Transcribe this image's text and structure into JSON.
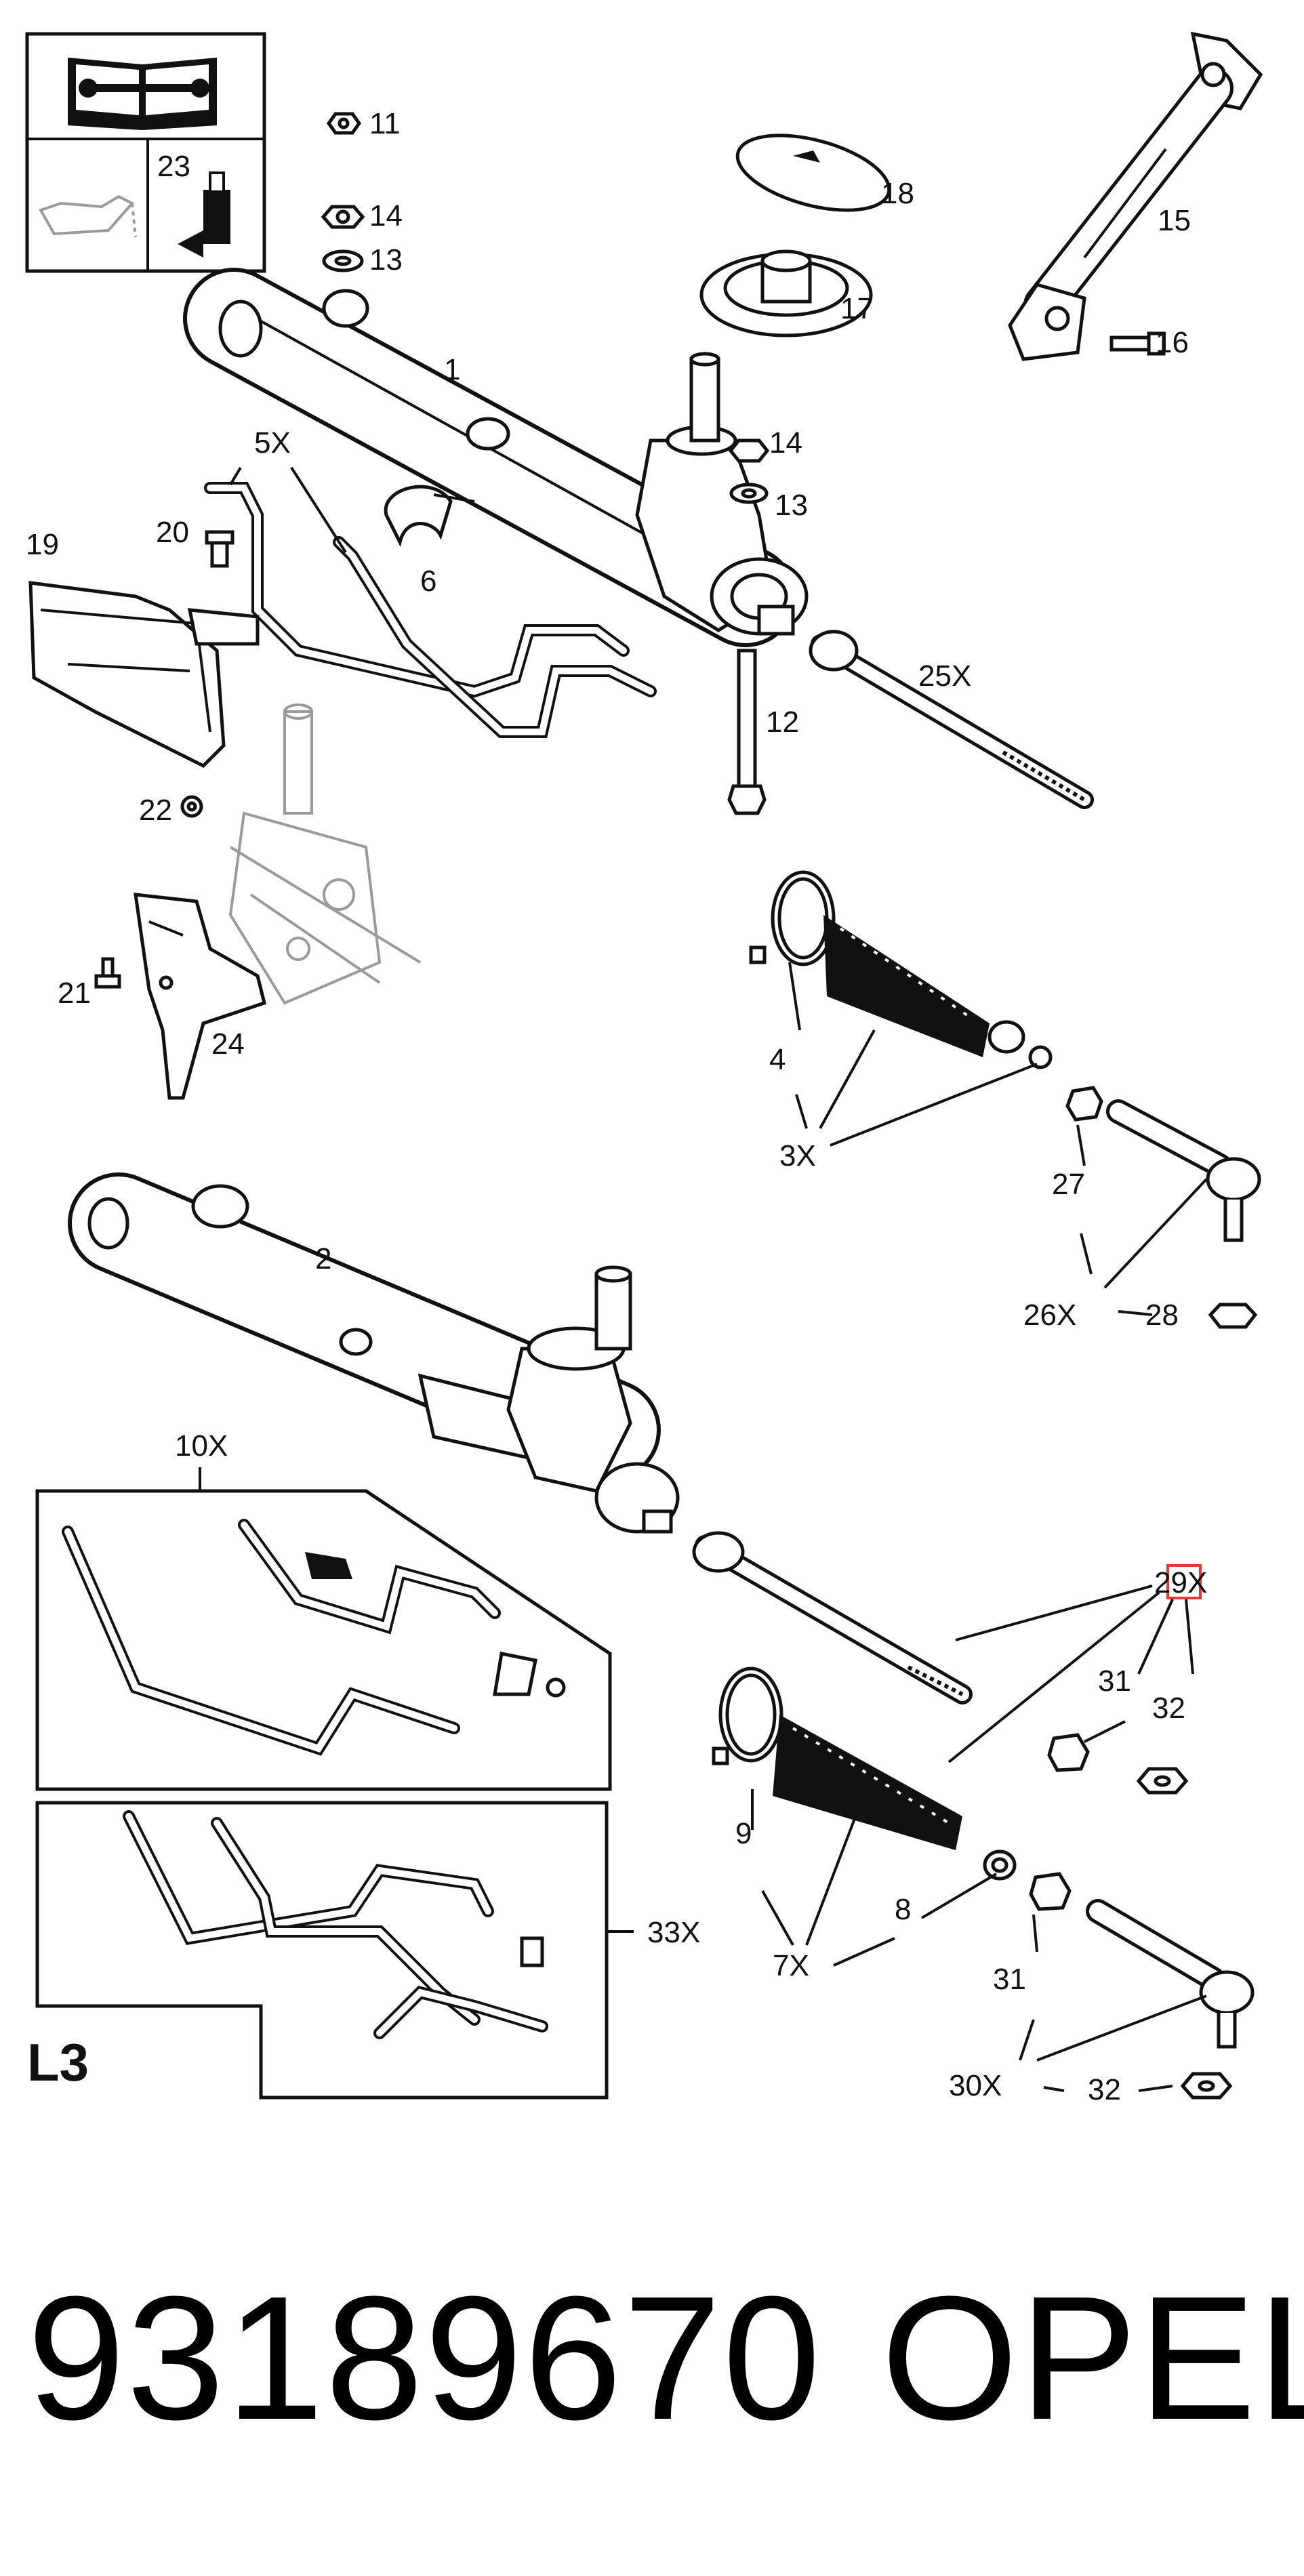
{
  "diagram": {
    "section_code": "L3",
    "legend_item_label": "23",
    "callouts": {
      "c11": "11",
      "c14a": "14",
      "c13a": "13",
      "c18": "18",
      "c17": "17",
      "c15": "15",
      "c16": "16",
      "c1": "1",
      "c5x": "5X",
      "c14b": "14",
      "c13b": "13",
      "c20": "20",
      "c19": "19",
      "c6": "6",
      "c25x": "25X",
      "c12": "12",
      "c22": "22",
      "c21": "21",
      "c24": "24",
      "c4": "4",
      "c3x": "3X",
      "c27": "27",
      "c26x": "26X",
      "c28": "28",
      "c2": "2",
      "c10x": "10X",
      "c29x": "29X",
      "c31a": "31",
      "c32a": "32",
      "c9": "9",
      "c8": "8",
      "c7x": "7X",
      "c31b": "31",
      "c30x": "30X",
      "c32b": "32",
      "c33x": "33X"
    },
    "highlight_color": "#e53935"
  },
  "footer": {
    "part_number": "93189670",
    "brand": "OPEL"
  }
}
